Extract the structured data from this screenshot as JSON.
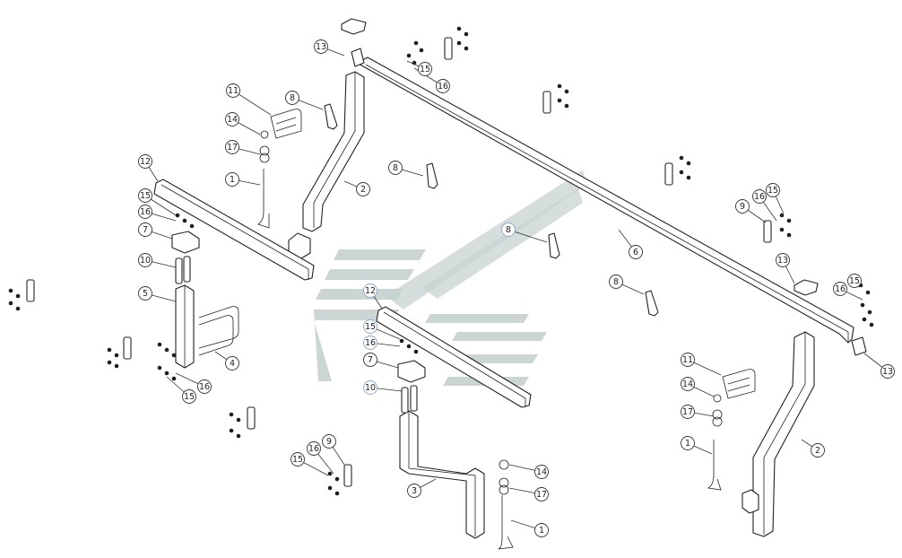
{
  "diagram": {
    "type": "exploded-parts-assembly",
    "callouts": [
      {
        "label": "13"
      },
      {
        "label": "15"
      },
      {
        "label": "16"
      },
      {
        "label": "11"
      },
      {
        "label": "8"
      },
      {
        "label": "14"
      },
      {
        "label": "17"
      },
      {
        "label": "1"
      },
      {
        "label": "2"
      },
      {
        "label": "12"
      },
      {
        "label": "8"
      },
      {
        "label": "15"
      },
      {
        "label": "16"
      },
      {
        "label": "7"
      },
      {
        "label": "10"
      },
      {
        "label": "5"
      },
      {
        "label": "4"
      },
      {
        "label": "15"
      },
      {
        "label": "16"
      },
      {
        "label": "9"
      },
      {
        "label": "16"
      },
      {
        "label": "15"
      },
      {
        "label": "8"
      },
      {
        "label": "6"
      },
      {
        "label": "15"
      },
      {
        "label": "16"
      },
      {
        "label": "9"
      },
      {
        "label": "13"
      },
      {
        "label": "8"
      },
      {
        "label": "15"
      },
      {
        "label": "16"
      },
      {
        "label": "13"
      },
      {
        "label": "12"
      },
      {
        "label": "15"
      },
      {
        "label": "16"
      },
      {
        "label": "7"
      },
      {
        "label": "10"
      },
      {
        "label": "3"
      },
      {
        "label": "14"
      },
      {
        "label": "17"
      },
      {
        "label": "1"
      },
      {
        "label": "11"
      },
      {
        "label": "14"
      },
      {
        "label": "17"
      },
      {
        "label": "1"
      },
      {
        "label": "2"
      }
    ],
    "colors": {
      "line": "#222222",
      "watermark": "#b9c7c6",
      "callout_watermark": "#8aa6c2"
    }
  }
}
